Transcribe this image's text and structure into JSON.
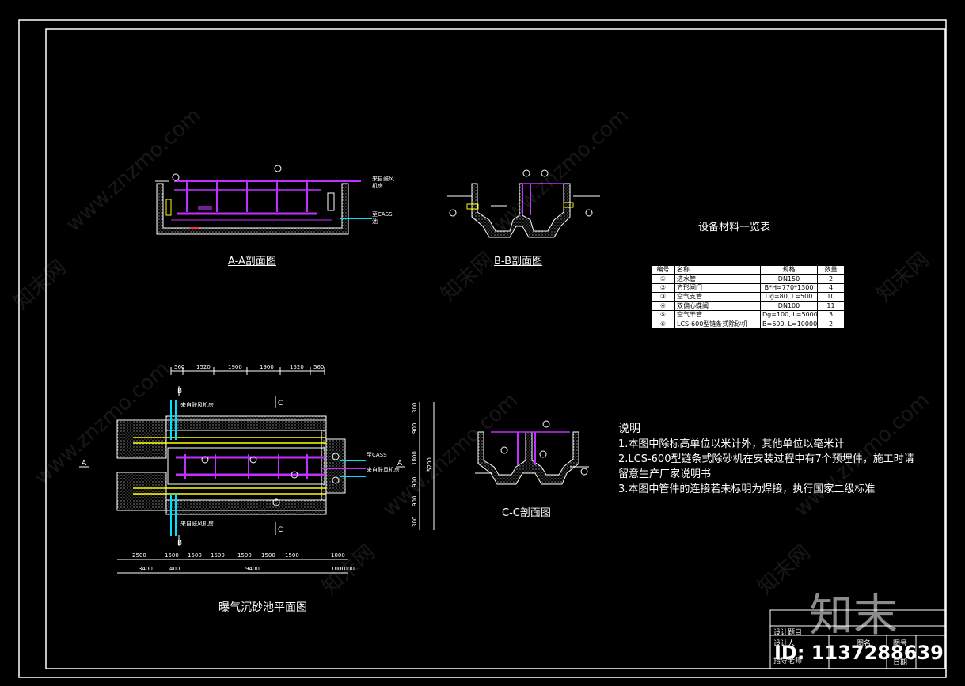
{
  "views": {
    "section_aa": "A-A剖面图",
    "section_bb": "B-B剖面图",
    "section_cc": "C-C剖面图",
    "plan": "曝气沉砂池平面图"
  },
  "aa_labels": {
    "blower": "来自鼓风",
    "blower2": "机房",
    "to_cass": "至CASS",
    "to_cass2": "池"
  },
  "plan_labels": {
    "section_a": "A",
    "section_b": "B",
    "section_c": "C",
    "to_cass": "至CASS",
    "inlet": "来自鼓风机房",
    "top_note": "来自鼓风机房",
    "bottom_note": "来自鼓风机房"
  },
  "plan_dims": {
    "top": [
      "560",
      "1520",
      "1900",
      "1900",
      "1520",
      "560"
    ],
    "bottom1": [
      "2500",
      "1500",
      "1500",
      "1500",
      "1500",
      "1500",
      "1500",
      "1000"
    ],
    "bottom2": [
      "3400",
      "400",
      "9400",
      "1000",
      "1000"
    ],
    "right": [
      "300",
      "900",
      "1800",
      "900",
      "900",
      "300"
    ],
    "right_total": "5200"
  },
  "table": {
    "title": "设备材料一览表",
    "headers": [
      "编号",
      "名称",
      "规格",
      "数量"
    ],
    "rows": [
      [
        "①",
        "进水管",
        "DN150",
        "2"
      ],
      [
        "②",
        "方形闸门",
        "B*H=770*1300",
        "4"
      ],
      [
        "③",
        "空气支管",
        "Dg=80, L=500",
        "10"
      ],
      [
        "④",
        "双偏心蝶阀",
        "DN100",
        "11"
      ],
      [
        "⑤",
        "空气干管",
        "Dg=100, L=5000",
        "3"
      ],
      [
        "⑥",
        "LCS-600型链条式除砂机",
        "B=600, L=10000",
        "2"
      ]
    ]
  },
  "notes": {
    "title": "说明",
    "lines": [
      "1.本图中除标高单位以米计外，其他单位以毫米计",
      "2.LCS-600型链条式除砂机在安装过程中有7个预埋件，施工时请",
      "留意生产厂家说明书",
      "3.本图中管件的连接若未标明为焊接，执行国家二级标准"
    ]
  },
  "title_block": {
    "project": "设计题目",
    "designer": "设计人",
    "advisor": "指导老师",
    "drawing_name": "图名",
    "drawing_no": "图号",
    "date": "日期"
  },
  "watermark": {
    "site": "www.znzmo.com",
    "brand": "知末网",
    "logo": "知末",
    "id": "ID: 1137288639"
  },
  "colors": {
    "pipe": "#c030ff",
    "outline": "#ffffff",
    "accent": "#ffff00",
    "cyan": "#00e0ff",
    "table_bg": "#ffffff"
  }
}
